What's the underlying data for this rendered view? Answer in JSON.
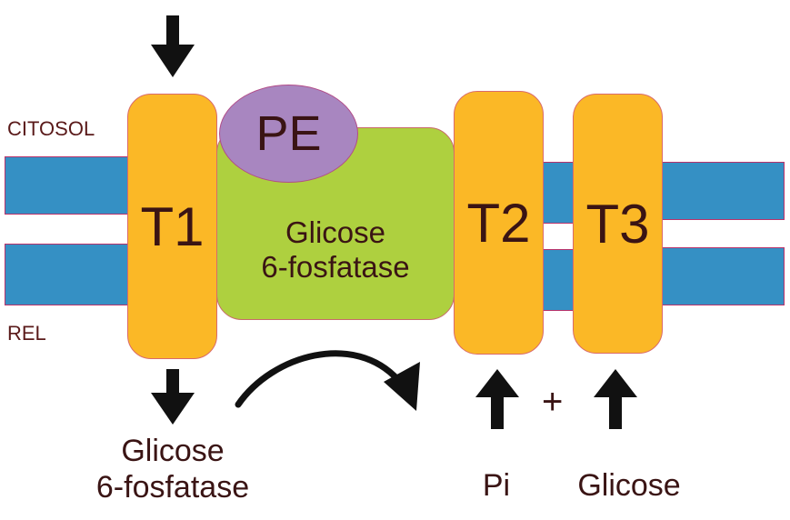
{
  "labels": {
    "cytosol": "CITOSOL",
    "rel": "REL",
    "plus": "+"
  },
  "transporters": {
    "t1": "T1",
    "t2": "T2",
    "t3": "T3"
  },
  "enzyme": {
    "name_line1": "Glicose",
    "name_line2": "6-fosfatase",
    "pe_label": "PE"
  },
  "products": {
    "left_line1": "Glicose",
    "left_line2": "6-fosfatase",
    "pi": "Pi",
    "glucose": "Glicose"
  },
  "colors": {
    "membrane": "#3590c4",
    "transporter": "#fbb826",
    "enzyme": "#aed03f",
    "pe": "#a886c0",
    "text": "#3a1414"
  }
}
